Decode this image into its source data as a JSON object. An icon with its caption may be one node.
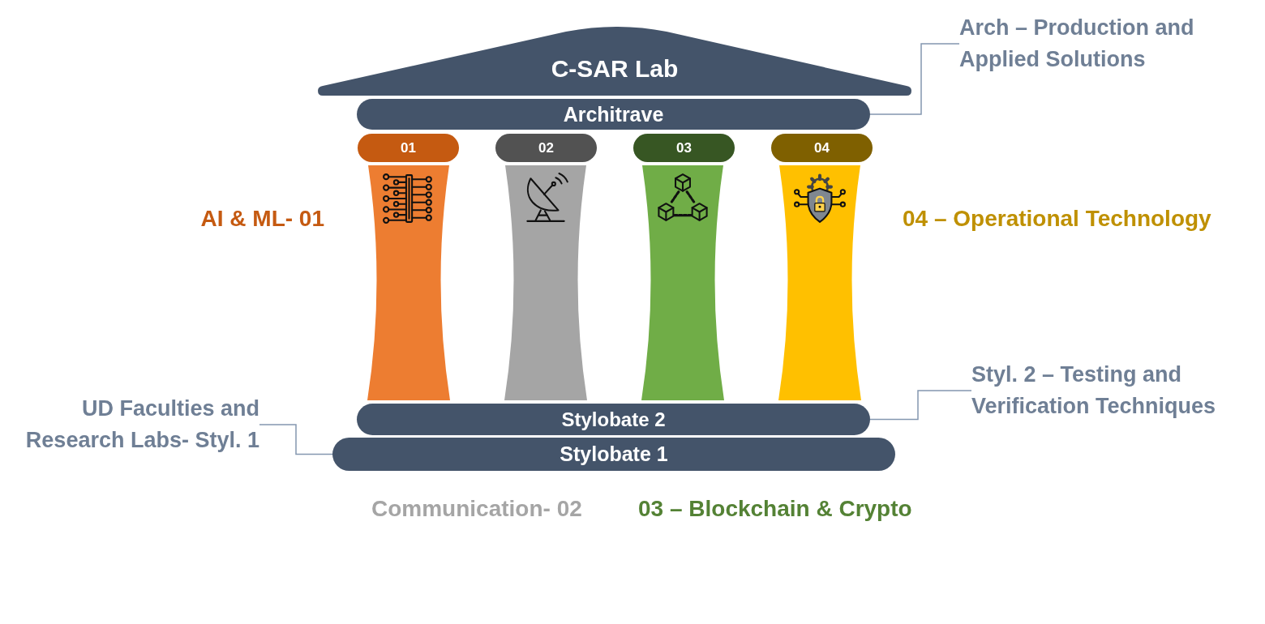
{
  "diagram": {
    "nodes": [
      {
        "text": [
          "C-SAR Lab"
        ]
      },
      {
        "text": [
          "Arch – Production and Applied Solutions"
        ]
      },
      {
        "text": [
          "Architrave"
        ]
      },
      {
        "text": [
          "01"
        ]
      },
      {
        "text": [
          "02"
        ]
      },
      {
        "text": [
          "03"
        ]
      },
      {
        "text": [
          "04"
        ]
      },
      {
        "text": [],
        "shape": "column"
      },
      {
        "text": [],
        "shape": "column"
      },
      {
        "text": [],
        "shape": "column"
      },
      {
        "text": [],
        "shape": "column"
      },
      {
        "text": [
          "Styl. 2 – Testing and Verification Techniques"
        ]
      },
      {
        "text": [
          "UD Faculties and Research Labs- Styl. 1"
        ]
      },
      {
        "text": [
          "Stylobate 2"
        ]
      },
      {
        "text": [
          "Stylobate 1"
        ]
      }
    ],
    "edges": [
      {
        "from": 1,
        "to": 2,
        "arrow": "none"
      },
      {
        "from": 11,
        "to": 13,
        "arrow": "none"
      },
      {
        "from": 12,
        "to": 14,
        "arrow": "none"
      }
    ],
    "labels": [
      "AI & ML- 01",
      "04 – Operational Technology",
      "Communication- 02",
      "03 – Blockchain & Crypto"
    ]
  }
}
